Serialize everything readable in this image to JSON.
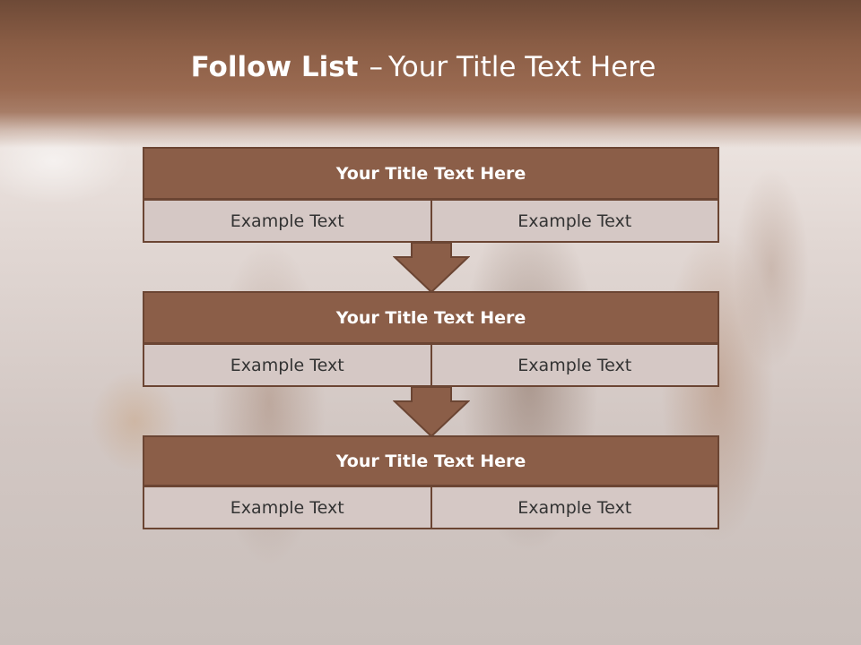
{
  "slide": {
    "title_bold": "Follow List",
    "title_separator": "–",
    "title_rest": "Your Title Text Here"
  },
  "blocks": [
    {
      "title": "Your Title Text Here",
      "cells": [
        "Example Text",
        "Example Text"
      ]
    },
    {
      "title": "Your Title Text Here",
      "cells": [
        "Example Text",
        "Example Text"
      ]
    },
    {
      "title": "Your Title Text Here",
      "cells": [
        "Example Text",
        "Example Text"
      ]
    }
  ],
  "colors": {
    "header_band": "#8a5d45",
    "block_title_fill": "#8b5e48",
    "block_border": "#6b4533",
    "cell_fill": "#d5c8c5",
    "arrow_fill": "#8b5e48"
  },
  "icons": [
    "down-arrow-icon",
    "down-arrow-icon"
  ]
}
